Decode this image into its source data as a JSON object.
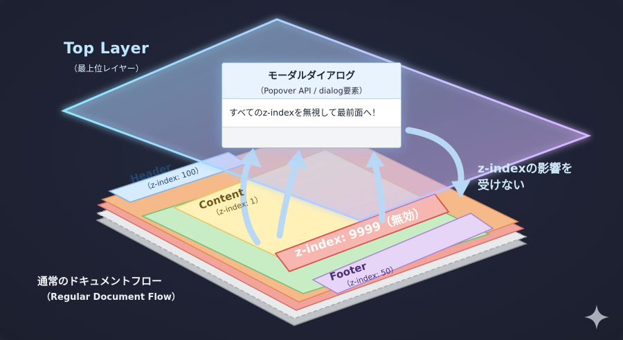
{
  "top_layer": {
    "title": "Top Layer",
    "subtitle": "（最上位レイヤー）"
  },
  "modal": {
    "title": "モーダルダイアログ",
    "subtitle": "（Popover API / dialog要素）",
    "body": "すべてのz-indexを無視して最前面へ！"
  },
  "annotation": {
    "line1": "z-indexの影響を",
    "line2": "受けない"
  },
  "layers": {
    "header": {
      "name": "Header",
      "zindex": "（z-index: 100）"
    },
    "content": {
      "name": "Content",
      "zindex": "（z-index: 1）"
    },
    "override": {
      "label": "z-index: 9999（無効）"
    },
    "footer": {
      "name": "Footer",
      "zindex": "（z-index: 50）"
    }
  },
  "document_flow": {
    "title": "通常のドキュメントフロー",
    "subtitle": "（Regular Document Flow）"
  },
  "colors": {
    "background": "#1e2233",
    "top_layer_glow": "#8fd3ff",
    "header_layer": "#cfe6fb",
    "content_layer": "#fff1b8",
    "override_layer": "#f4a3a3",
    "footer_layer": "#e6d4f7",
    "arrow": "#b8d8f5"
  },
  "icons": {
    "corner": "sparkle-icon"
  }
}
